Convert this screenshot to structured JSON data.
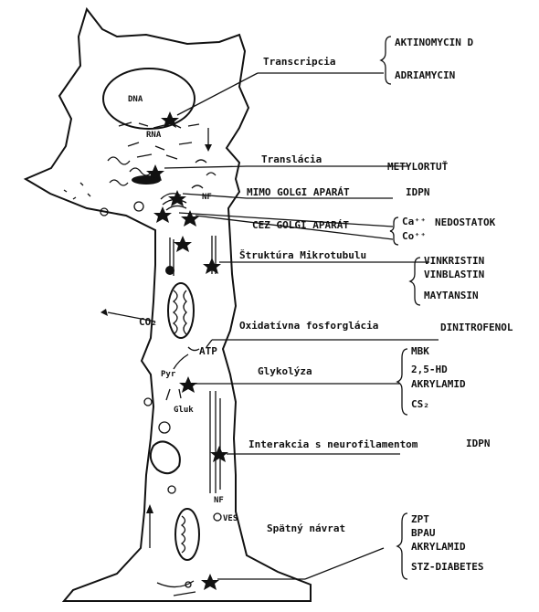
{
  "cell": {
    "dna": "DNA",
    "rna": "RNA",
    "nf": "NF",
    "co2": "CO₂",
    "atp": "ATP",
    "pyr": "Pyr",
    "gluk": "Gluk",
    "nf_lower": "NF",
    "ves": "VES"
  },
  "processes": [
    {
      "label": "Transcripcia",
      "agents": [
        "AKTINOMYCIN D",
        "ADRIAMYCIN"
      ]
    },
    {
      "label": "Translácia",
      "agents": [
        "METYLORTUŤ"
      ]
    },
    {
      "label": "MIMO GOLGI APARÁT",
      "agents": [
        "IDPN"
      ]
    },
    {
      "label": "CEZ GOLGI APARÁT",
      "agents": [
        "Ca⁺⁺",
        "Co⁺⁺",
        "NEDOSTATOK"
      ]
    },
    {
      "label": "Štruktúra Mikrotubulu",
      "agents": [
        "VINKRISTIN",
        "VINBLASTIN",
        "MAYTANSIN"
      ]
    },
    {
      "label": "Oxidatívna fosforglácia",
      "agents": [
        "DINITROFENOL"
      ]
    },
    {
      "label": "Glykolýza",
      "agents": [
        "MBK",
        "2,5-HD",
        "AKRYLAMID",
        "CS₂"
      ]
    },
    {
      "label": "Interakcia s neurofilamentom",
      "agents": [
        "IDPN"
      ]
    },
    {
      "label": "Spätný návrat",
      "agents": [
        "ZPT",
        "BPAU",
        "AKRYLAMID",
        "STZ-DIABETES"
      ]
    }
  ]
}
